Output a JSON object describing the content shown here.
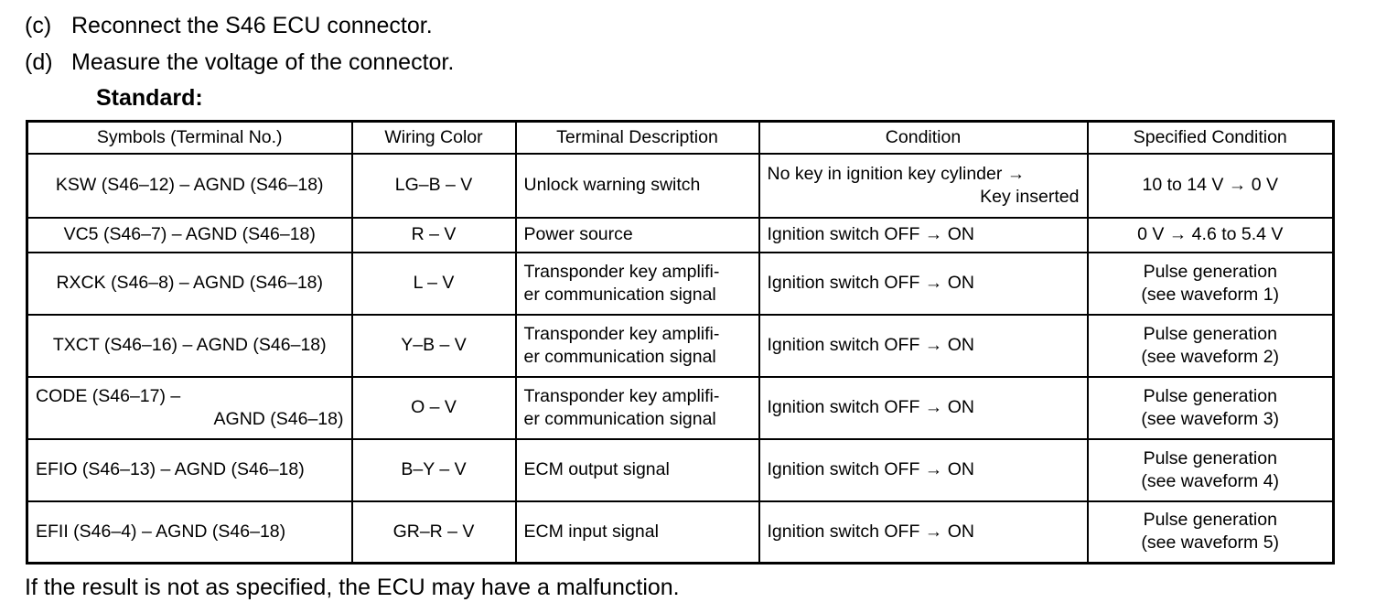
{
  "steps": [
    {
      "label": "(c)",
      "text": "Reconnect the S46 ECU connector."
    },
    {
      "label": "(d)",
      "text": "Measure the voltage of the connector."
    }
  ],
  "standard_label": "Standard:",
  "table": {
    "headers": [
      "Symbols (Terminal No.)",
      "Wiring Color",
      "Terminal Description",
      "Condition",
      "Specified Condition"
    ],
    "rows": [
      {
        "symbols_line1": "KSW (S46‒12) – AGND (S46‒18)",
        "symbols_line2": "",
        "color": "LG‒B – V",
        "desc_line1": "Unlock warning switch",
        "desc_line2": "",
        "cond_line1": "No key in ignition key cylinder →",
        "cond_line2": "Key inserted",
        "spec_line1": "10 to 14 V → 0 V",
        "spec_line2": ""
      },
      {
        "symbols_line1": "VC5 (S46‒7) – AGND (S46‒18)",
        "symbols_line2": "",
        "color": "R – V",
        "desc_line1": "Power source",
        "desc_line2": "",
        "cond_line1": "Ignition switch OFF → ON",
        "cond_line2": "",
        "spec_line1": "0 V → 4.6 to 5.4 V",
        "spec_line2": ""
      },
      {
        "symbols_line1": "RXCK (S46‒8) – AGND (S46‒18)",
        "symbols_line2": "",
        "color": "L – V",
        "desc_line1": "Transponder key amplifi-",
        "desc_line2": "er communication signal",
        "cond_line1": "Ignition switch OFF → ON",
        "cond_line2": "",
        "spec_line1": "Pulse generation",
        "spec_line2": "(see waveform 1)"
      },
      {
        "symbols_line1": "TXCT (S46‒16) – AGND (S46‒18)",
        "symbols_line2": "",
        "color": "Y‒B – V",
        "desc_line1": "Transponder key amplifi-",
        "desc_line2": "er communication signal",
        "cond_line1": "Ignition switch OFF → ON",
        "cond_line2": "",
        "spec_line1": "Pulse generation",
        "spec_line2": "(see waveform 2)"
      },
      {
        "symbols_line1": "CODE (S46‒17) –",
        "symbols_line2": "AGND (S46‒18)",
        "color": "O – V",
        "desc_line1": "Transponder key amplifi-",
        "desc_line2": "er communication signal",
        "cond_line1": "Ignition switch OFF → ON",
        "cond_line2": "",
        "spec_line1": "Pulse generation",
        "spec_line2": "(see waveform 3)"
      },
      {
        "symbols_line1": "EFIO (S46‒13) – AGND (S46‒18)",
        "symbols_line2": "",
        "color": "B‒Y – V",
        "desc_line1": "ECM output signal",
        "desc_line2": "",
        "cond_line1": "Ignition switch OFF → ON",
        "cond_line2": "",
        "spec_line1": "Pulse generation",
        "spec_line2": "(see waveform 4)"
      },
      {
        "symbols_line1": "EFII (S46‒4) – AGND (S46‒18)",
        "symbols_line2": "",
        "color": "GR‒R – V",
        "desc_line1": "ECM input signal",
        "desc_line2": "",
        "cond_line1": "Ignition switch OFF → ON",
        "cond_line2": "",
        "spec_line1": "Pulse generation",
        "spec_line2": "(see waveform 5)"
      }
    ]
  },
  "footer_note": "If the result is not as specified, the ECU may have a malfunction."
}
